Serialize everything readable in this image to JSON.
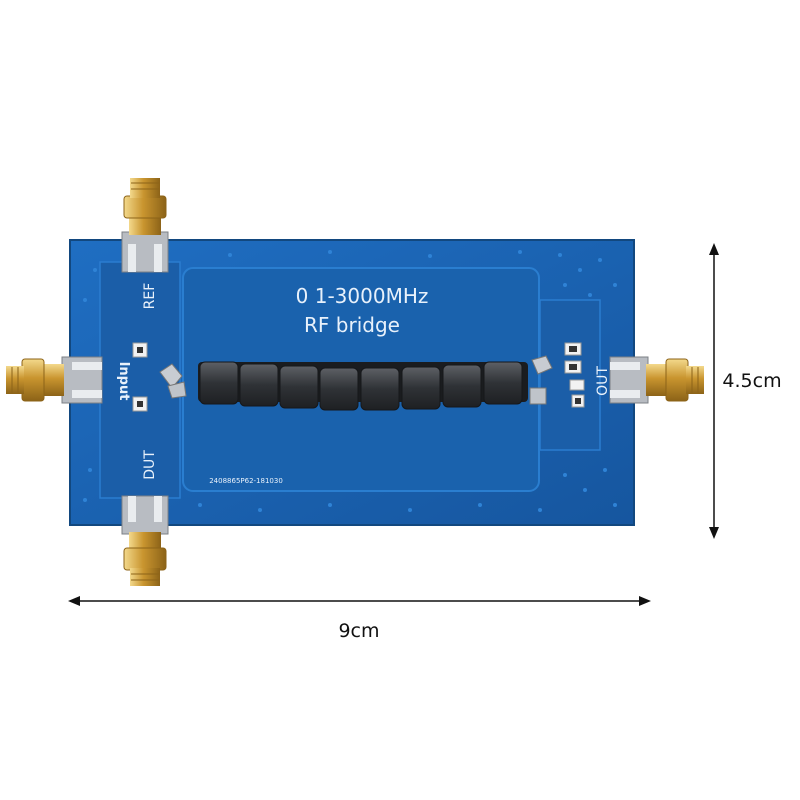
{
  "board": {
    "freq_range": "0 1-3000MHz",
    "name": "RF bridge",
    "serial": "2408865P62-181030",
    "port_ref": "REF",
    "port_input": "Input",
    "port_dut": "DUT",
    "port_out": "OUT",
    "pcb_color": "#1d63b4",
    "connector_color": "#d4a84a"
  },
  "dimensions": {
    "width": "9cm",
    "height": "4.5cm"
  }
}
